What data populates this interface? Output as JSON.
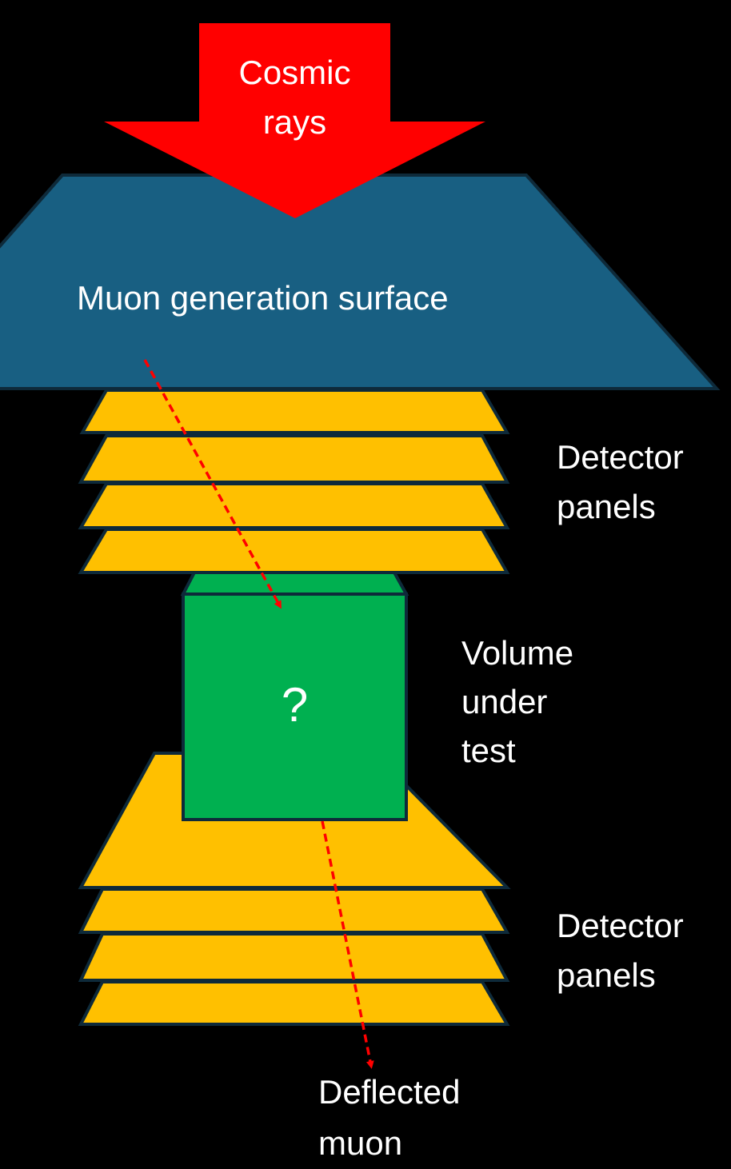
{
  "colors": {
    "background": "#000000",
    "arrow": "#ff0000",
    "generation_surface": "#185f82",
    "outline": "#0e2a3a",
    "detector": "#ffc000",
    "volume": "#00b050",
    "trajectory": "#ff0000",
    "text": "#ffffff"
  },
  "cosmic_arrow": {
    "label_line1": "Cosmic",
    "label_line2": "rays"
  },
  "generation_surface": {
    "label": "Muon generation surface"
  },
  "upper_detectors": {
    "count": 4,
    "label_line1": "Detector",
    "label_line2": "panels"
  },
  "volume": {
    "symbol": "?",
    "label_line1": "Volume",
    "label_line2": "under",
    "label_line3": "test"
  },
  "lower_detectors": {
    "count": 4,
    "label_line1": "Detector",
    "label_line2": "panels"
  },
  "muon": {
    "label_line1": "Deflected",
    "label_line2": "muon"
  }
}
